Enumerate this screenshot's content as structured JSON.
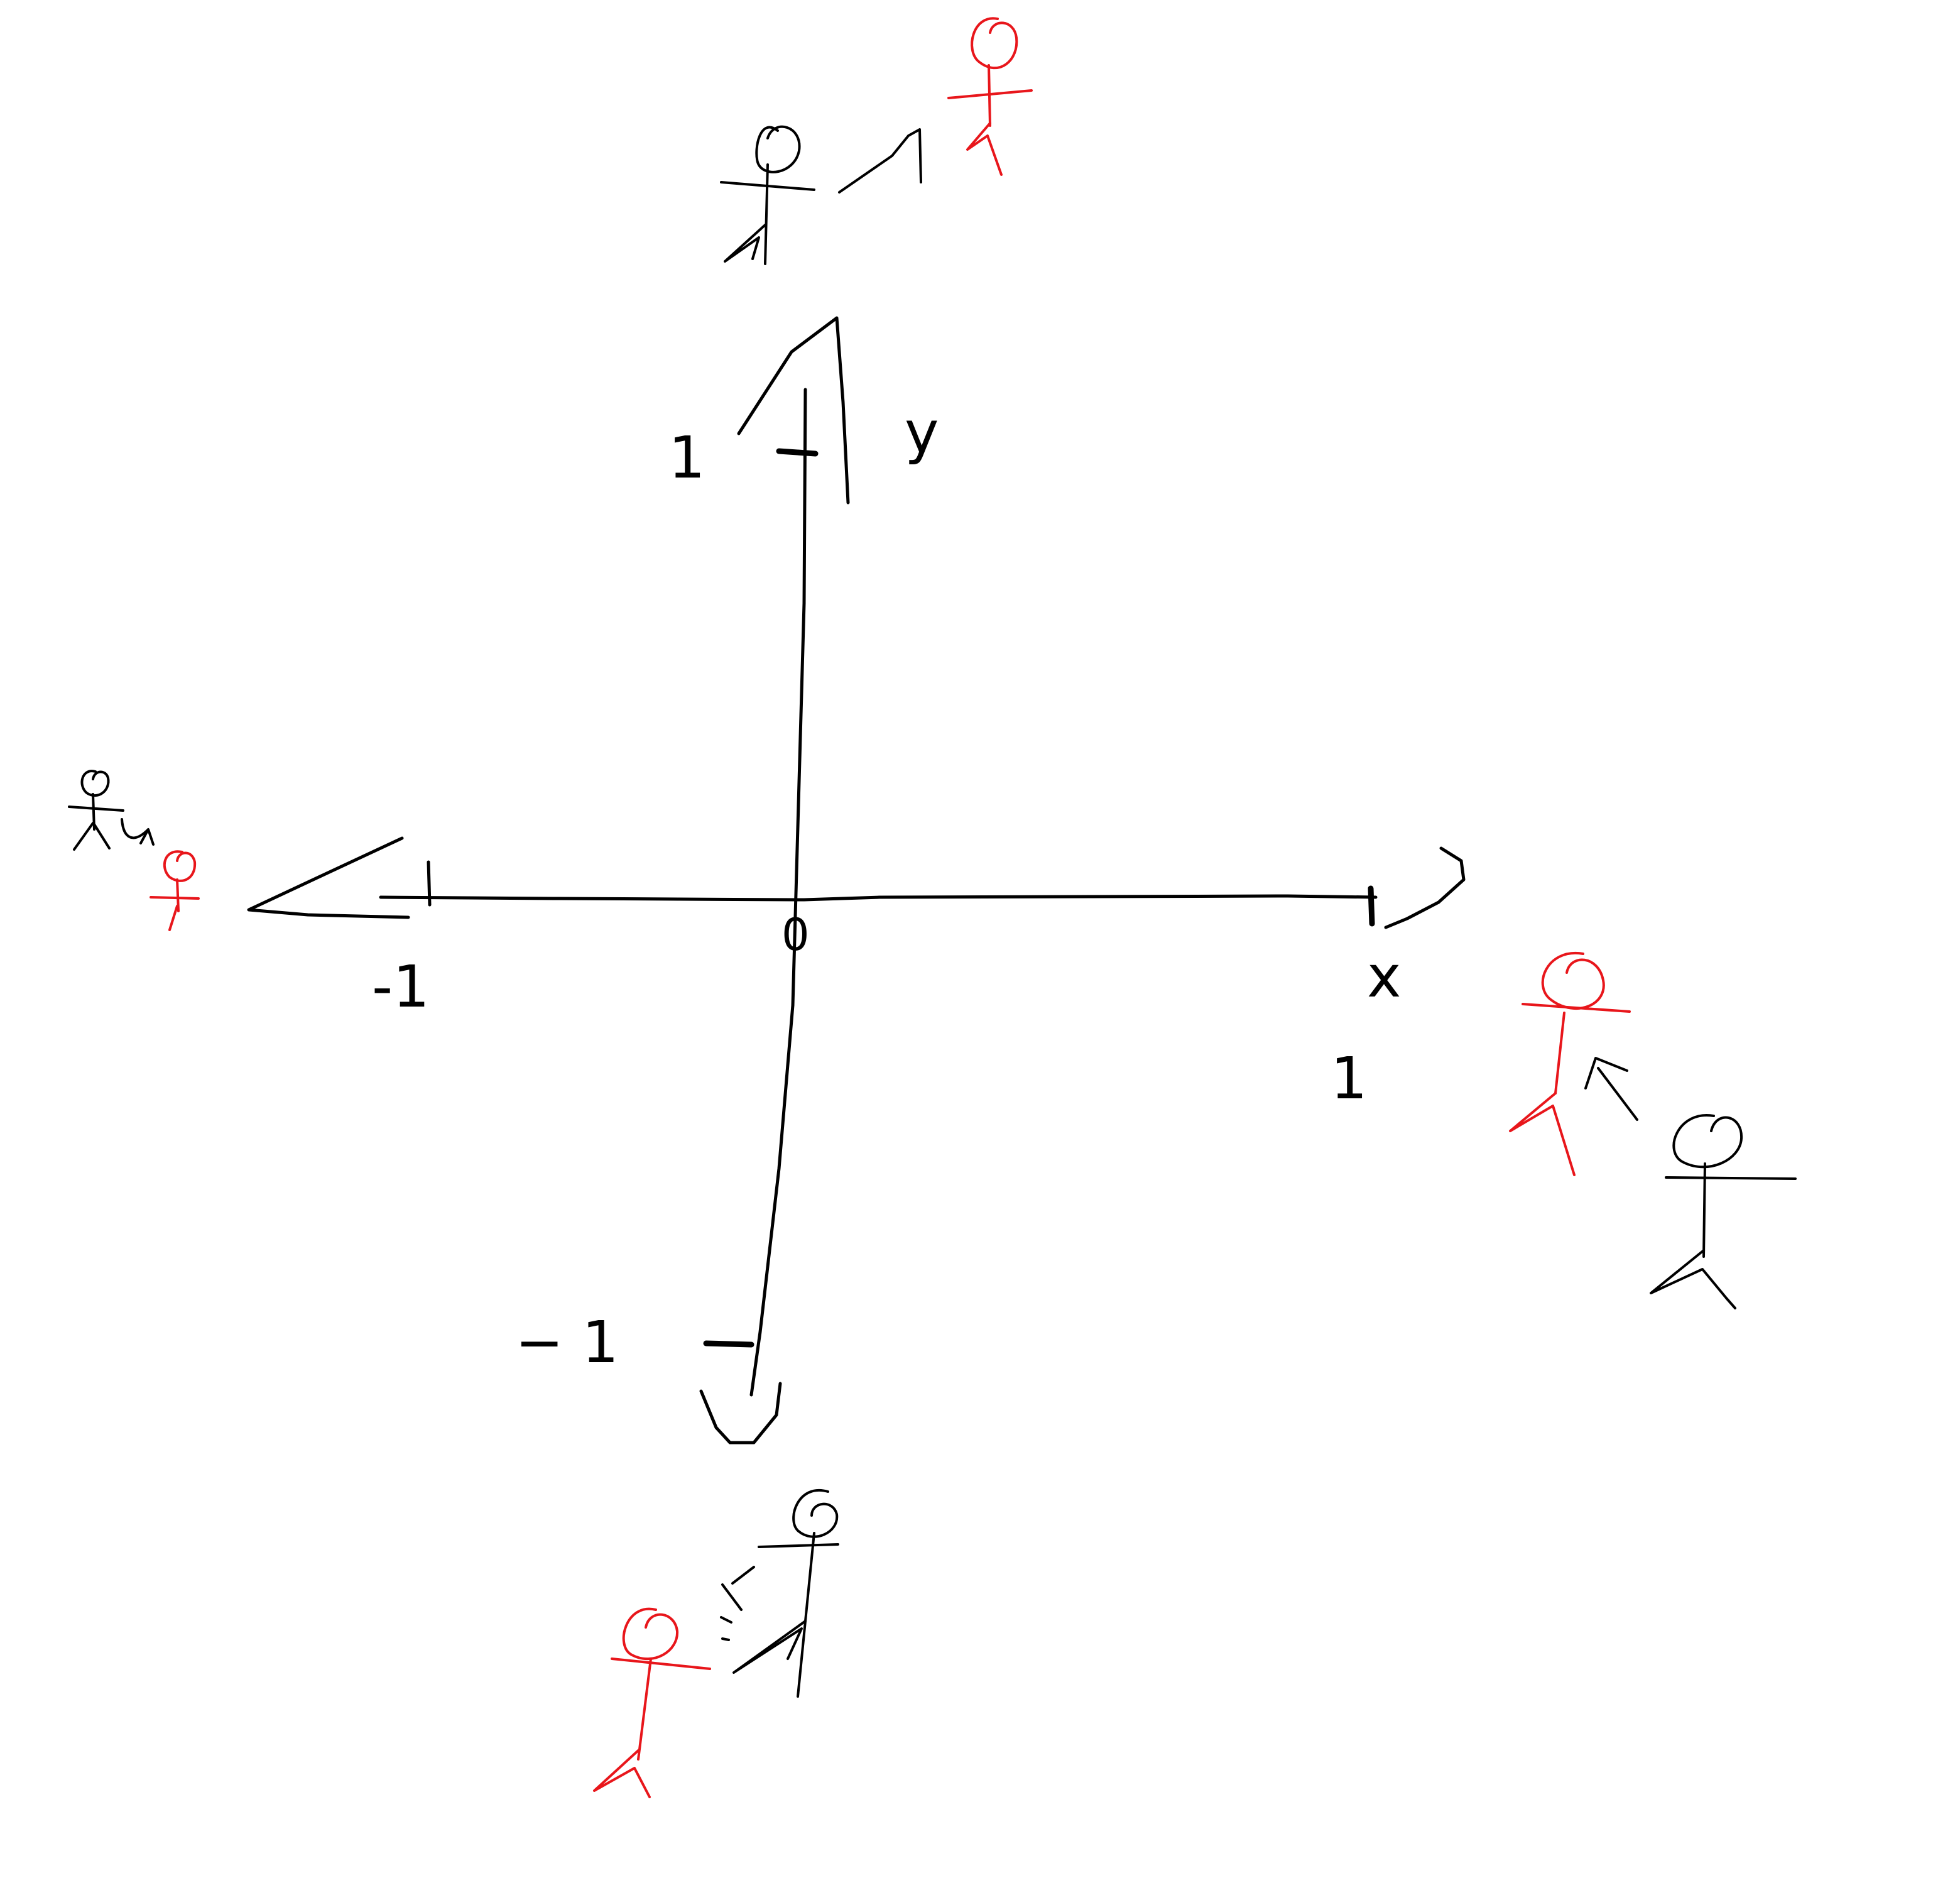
{
  "diagram": {
    "labels": {
      "y_top_tick": "1",
      "y_bottom_tick": "− 1",
      "x_left_tick": "-1",
      "x_right_tick": "1",
      "origin": "0",
      "y_axis": "y",
      "x_axis": "x"
    },
    "colors": {
      "ink": "#000000",
      "accent": "#e8161b",
      "background": "#ffffff"
    },
    "figures": [
      {
        "id": "top",
        "black": "stick-figure",
        "red": "stick-figure"
      },
      {
        "id": "left",
        "black": "stick-figure",
        "red": "stick-figure"
      },
      {
        "id": "right",
        "black": "stick-figure",
        "red": "stick-figure"
      },
      {
        "id": "bottom",
        "black": "stick-figure",
        "red": "stick-figure"
      }
    ]
  }
}
